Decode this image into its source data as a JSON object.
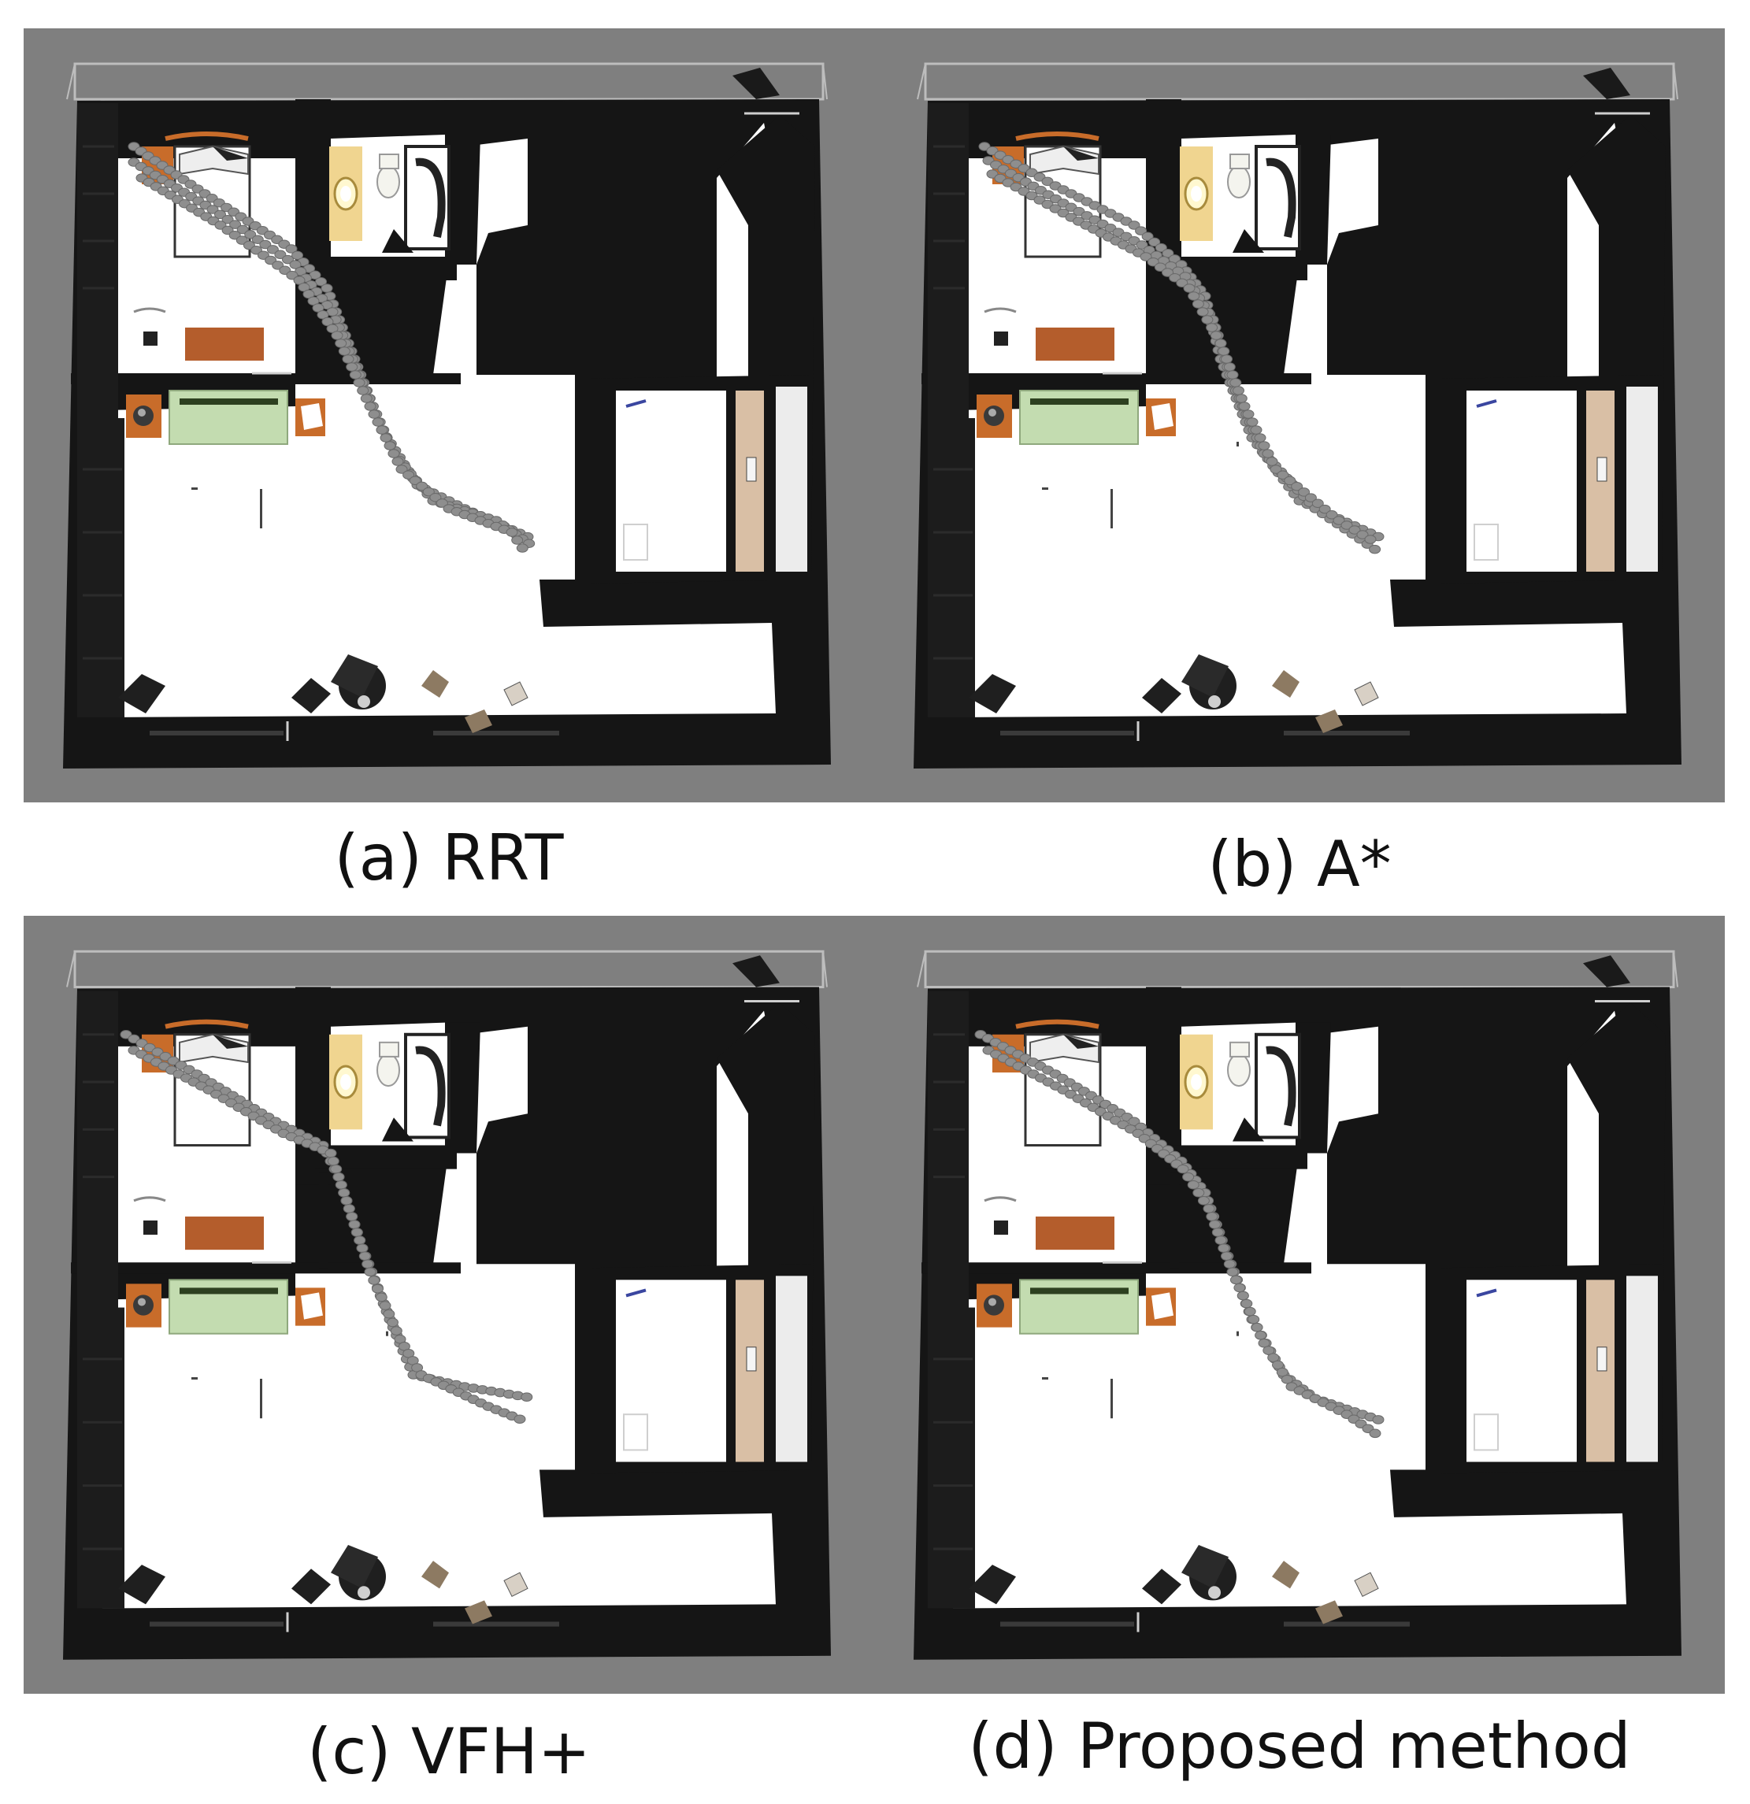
{
  "panels": [
    {
      "id": "a",
      "caption": "(a) RRT",
      "trajectory_shape": "rrt"
    },
    {
      "id": "b",
      "caption": "(b) A*",
      "trajectory_shape": "astar"
    },
    {
      "id": "c",
      "caption": "(c) VFH+",
      "trajectory_shape": "vfh"
    },
    {
      "id": "d",
      "caption": "(d) Proposed method",
      "trajectory_shape": "proposed"
    }
  ],
  "colors": {
    "background": "#7f7f7f",
    "wall": "#151515",
    "floor": "#ffffff",
    "wood": "#c86c2a",
    "sofa": "#c3dcb0",
    "vanity": "#f0d590",
    "counter": "#d9bfa5",
    "trajectory": "#8e8e8e"
  }
}
